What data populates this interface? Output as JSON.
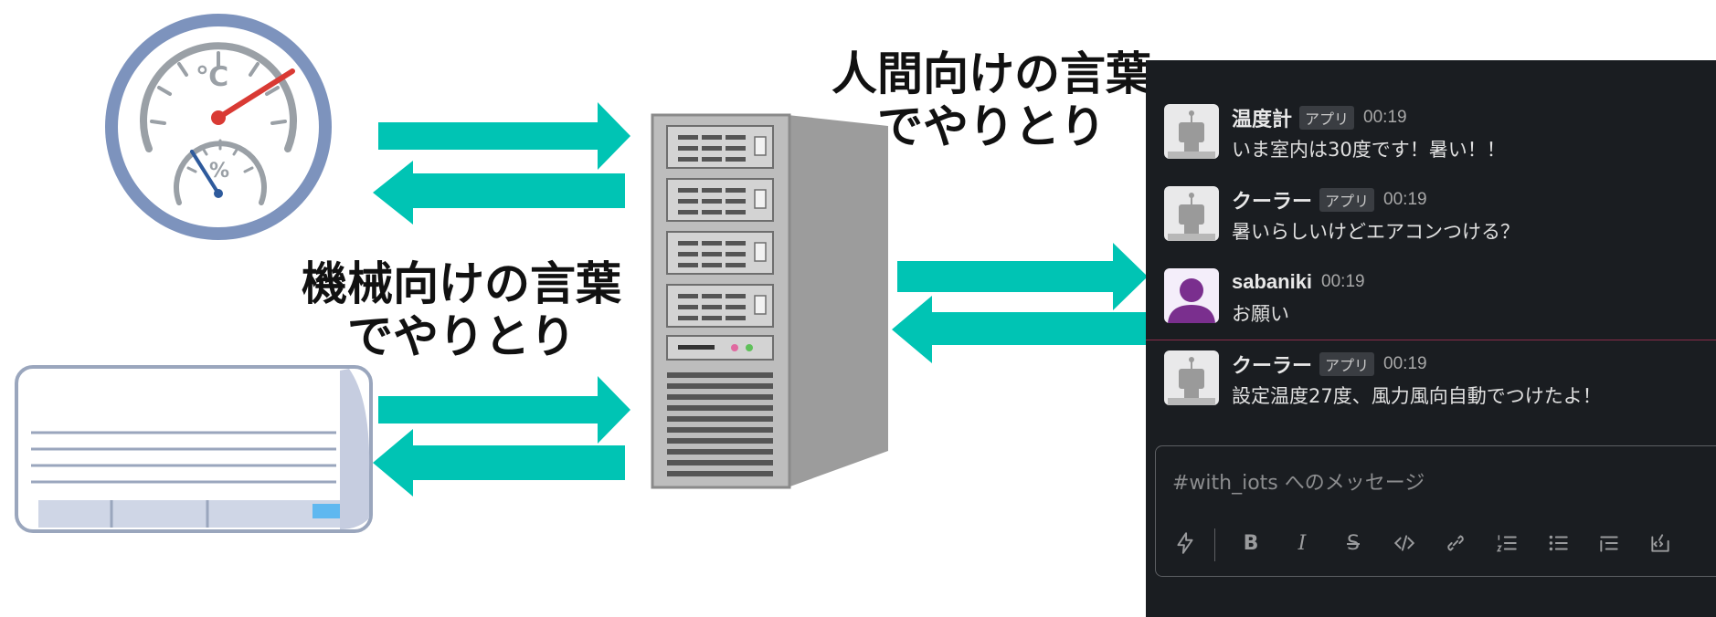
{
  "diagram": {
    "captions": {
      "machine": [
        "機械向けの言葉",
        "でやりとり"
      ],
      "human": [
        "人間向けの言葉",
        "でやりとり"
      ]
    },
    "thermometer": {
      "celsius_symbol": "℃",
      "humidity_symbol": "%"
    },
    "arrow_color": "#00c4b4"
  },
  "slack": {
    "messages": [
      {
        "name": "温度計",
        "badge": "アプリ",
        "time": "00:19",
        "text": "いま室内は30度です！暑い！！",
        "avatar": "robot"
      },
      {
        "name": "クーラー",
        "badge": "アプリ",
        "time": "00:19",
        "text": "暑いらしいけどエアコンつける？",
        "avatar": "robot"
      },
      {
        "name": "sabaniki",
        "time": "00:19",
        "text": "お願い",
        "avatar": "user"
      },
      {
        "name": "クーラー",
        "badge": "アプリ",
        "time": "00:19",
        "text": "設定温度27度、風力風向自動でつけたよ！",
        "avatar": "robot"
      }
    ],
    "composer": {
      "placeholder": "#with_iots へのメッセージ",
      "toolbar": [
        "shortcuts-icon",
        "bold-icon",
        "italic-icon",
        "strikethrough-icon",
        "code-icon",
        "link-icon",
        "ordered-list-icon",
        "bulleted-list-icon",
        "blockquote-icon",
        "code-block-icon"
      ]
    }
  }
}
